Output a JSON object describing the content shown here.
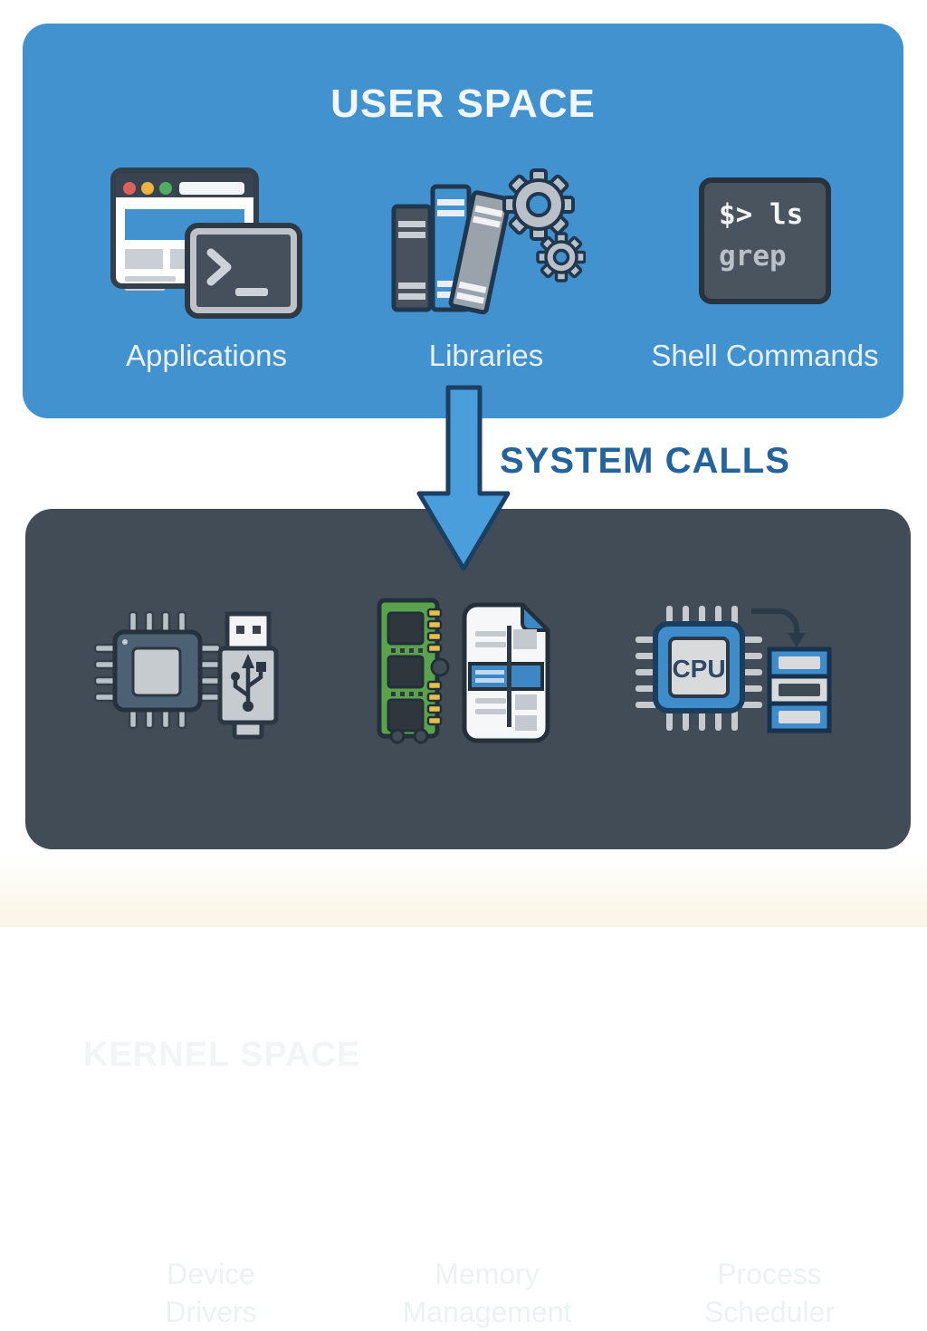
{
  "user_space": {
    "title": "USER SPACE",
    "items": [
      {
        "label": "Applications"
      },
      {
        "label": "Libraries"
      },
      {
        "label": "Shell Commands"
      }
    ],
    "shell_terminal": {
      "line1": "$> ls",
      "line2": "grep"
    }
  },
  "system_calls_label": "SYSTEM CALLS",
  "kernel_space": {
    "title": "KERNEL SPACE",
    "items": [
      {
        "line1": "Device",
        "line2": "Drivers"
      },
      {
        "line1": "Memory",
        "line2": "Management"
      },
      {
        "line1": "Process",
        "line2": "Scheduler"
      }
    ],
    "cpu_label": "CPU"
  },
  "colors": {
    "user_space_bg": "#4292cf",
    "kernel_space_bg": "#424c56",
    "arrow_fill": "#4a9edb",
    "arrow_stroke": "#1d3f63",
    "system_calls_text": "#24639c"
  }
}
